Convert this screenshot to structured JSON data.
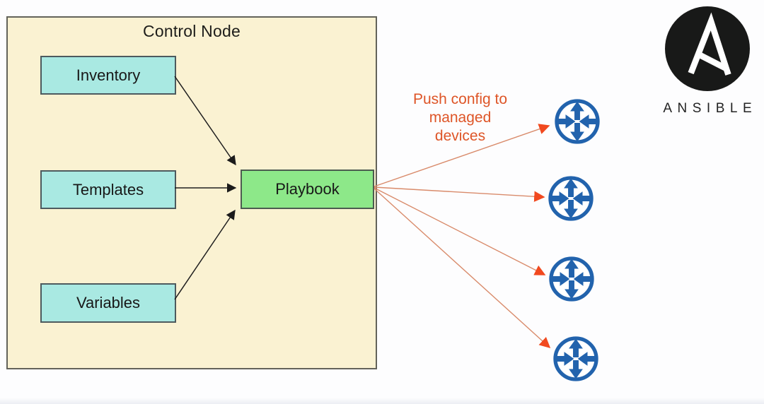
{
  "diagram": {
    "control_node": {
      "title": "Control Node",
      "inputs": [
        {
          "label": "Inventory"
        },
        {
          "label": "Templates"
        },
        {
          "label": "Variables"
        }
      ],
      "playbook": {
        "label": "Playbook"
      }
    },
    "push_label": {
      "lines": [
        "Push config to",
        "managed",
        "devices"
      ]
    },
    "managed_devices": {
      "count": 4,
      "icon": "router-icon"
    },
    "edges": [
      {
        "from": "Inventory",
        "to": "Playbook"
      },
      {
        "from": "Templates",
        "to": "Playbook"
      },
      {
        "from": "Variables",
        "to": "Playbook"
      },
      {
        "from": "Playbook",
        "to": "managed-device-1"
      },
      {
        "from": "Playbook",
        "to": "managed-device-2"
      },
      {
        "from": "Playbook",
        "to": "managed-device-3"
      },
      {
        "from": "Playbook",
        "to": "managed-device-4"
      }
    ],
    "colors": {
      "control_node_fill": "#FAF2D2",
      "input_box_fill": "#A9E9E2",
      "playbook_fill": "#8DE889",
      "internal_arrow": "#1F1F1F",
      "push_line": "#D98B6B",
      "push_arrowhead": "#F1491F",
      "push_label_text": "#DE5527",
      "router_blue": "#2263AD",
      "logo_black": "#161616"
    }
  },
  "branding": {
    "logo_icon": "ansible-a-icon",
    "wordmark": "ANSIBLE"
  }
}
